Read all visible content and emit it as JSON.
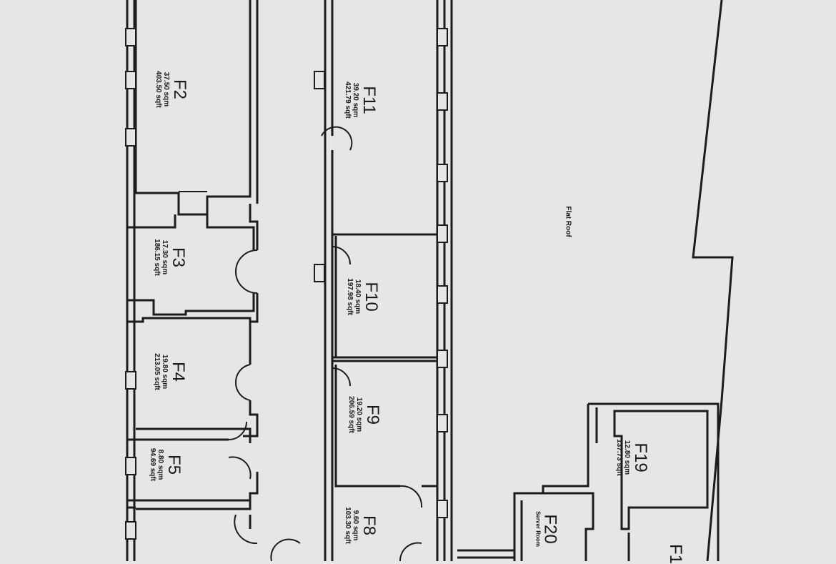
{
  "rooms": {
    "F2": {
      "name": "F2",
      "sqm": "37.50 sqm",
      "sqft": "403.50 sqft"
    },
    "F3": {
      "name": "F3",
      "sqm": "17.30 sqm",
      "sqft": "186.15 sqft"
    },
    "F4": {
      "name": "F4",
      "sqm": "19.80 sqm",
      "sqft": "213.05 sqft"
    },
    "F5": {
      "name": "F5",
      "sqm": "8.80 sqm",
      "sqft": "94.69 sqft"
    },
    "F11": {
      "name": "F11",
      "sqm": "39.20 sqm",
      "sqft": "421.79 sqft"
    },
    "F10": {
      "name": "F10",
      "sqm": "18.40 sqm",
      "sqft": "197.98 sqft"
    },
    "F9": {
      "name": "F9",
      "sqm": "19.20 sqm",
      "sqft": "206.59 sqft"
    },
    "F8": {
      "name": "F8",
      "sqm": "9.60 sqm",
      "sqft": "103.30 sqft"
    },
    "F19": {
      "name": "F19",
      "sqm": "12.80 sqm",
      "sqft": "137.73 sqft"
    },
    "F20": {
      "name": "F20",
      "desc": "Server Room"
    },
    "F1": {
      "name": "F1"
    }
  },
  "flat_roof": "Flat Roof"
}
